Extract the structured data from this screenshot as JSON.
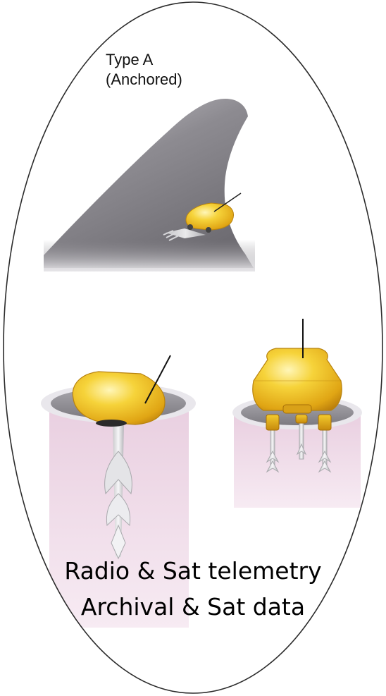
{
  "tag_type": {
    "title": "Type A",
    "subtitle": "(Anchored)"
  },
  "caption": {
    "line1": "Radio & Sat telemetry",
    "line2": "Archival & Sat data"
  },
  "colors": {
    "oval_outline": "#2b2b2b",
    "fin": "#8a888d",
    "tag_body": "#f2c22a",
    "tissue": "#f1dcea",
    "skin": "#8e8c92"
  }
}
